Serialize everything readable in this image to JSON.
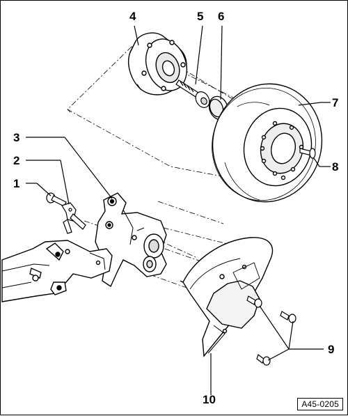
{
  "figure": {
    "reference_code": "A45-0205",
    "callouts": {
      "c1": "1",
      "c2": "2",
      "c3": "3",
      "c4": "4",
      "c5": "5",
      "c6": "6",
      "c7": "7",
      "c8": "8",
      "c9": "9",
      "c10": "10"
    }
  }
}
